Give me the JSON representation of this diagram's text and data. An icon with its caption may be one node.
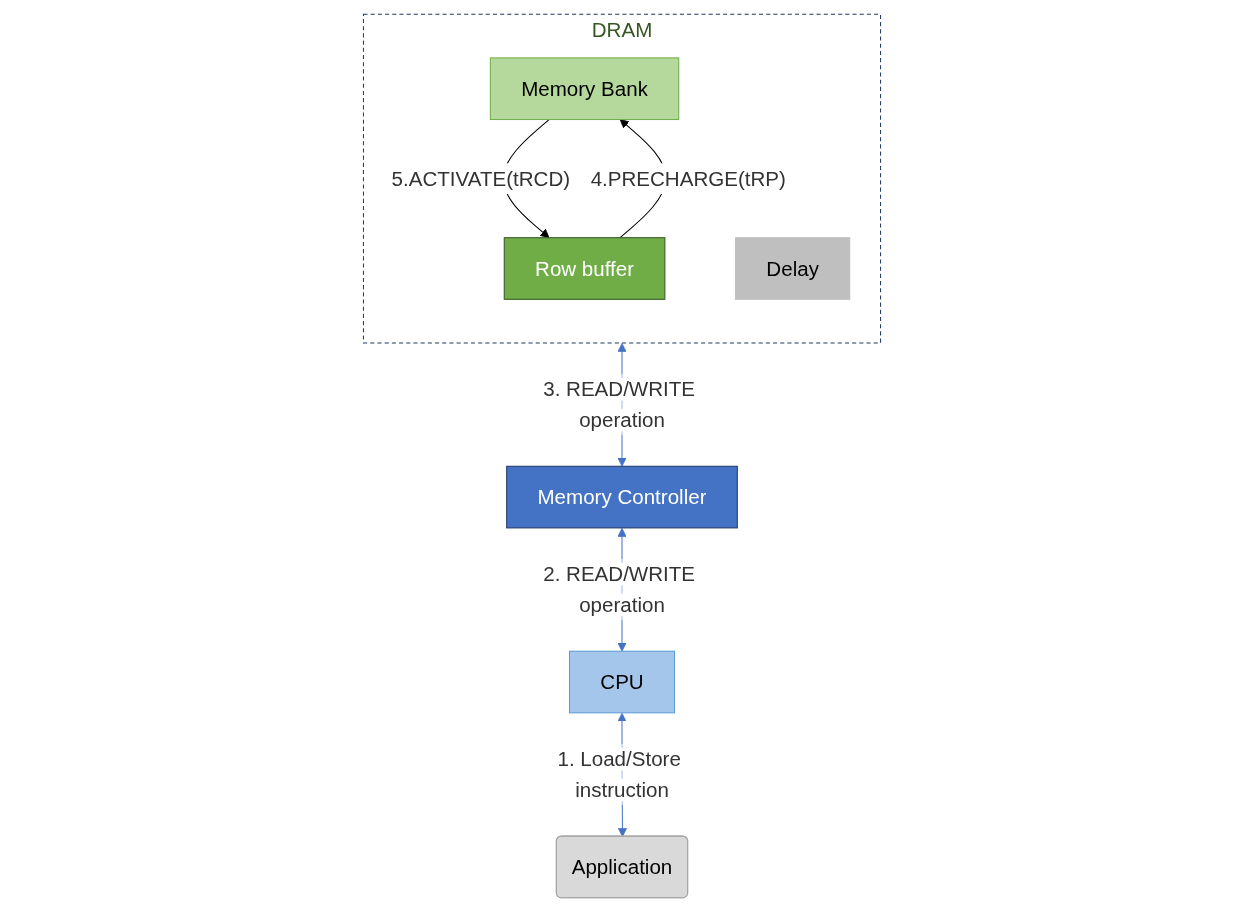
{
  "diagram": {
    "nodes": [
      {
        "text": [
          "DRAM"
        ]
      },
      {
        "text": [
          "Memory Bank"
        ],
        "in": 0
      },
      {
        "text": [
          "Delay"
        ],
        "in": 0
      },
      {
        "text": [
          "Row buffer"
        ],
        "in": 0
      },
      {
        "text": [
          "Memory Controller"
        ]
      },
      {
        "text": [
          "CPU"
        ]
      },
      {
        "text": [
          "Application"
        ]
      }
    ],
    "edges": [
      {
        "from": 3,
        "to": 1,
        "arrow": "to",
        "label": "4.PRECHARGE(tRP)",
        "color": "#000000"
      },
      {
        "from": 1,
        "to": 3,
        "arrow": "to",
        "label": "5.ACTIVATE(tRCD)",
        "color": "#000000"
      },
      {
        "from": 0,
        "to": 4,
        "arrow": "both",
        "label": "3. READ/WRITE operation",
        "color": "#4472c4"
      },
      {
        "from": 4,
        "to": 5,
        "arrow": "both",
        "label": "2. READ/WRITE operation",
        "color": "#4472c4"
      },
      {
        "from": 5,
        "to": 6,
        "arrow": "both",
        "label": "1. Load/Store instruction",
        "color": "#4472c4"
      }
    ]
  }
}
